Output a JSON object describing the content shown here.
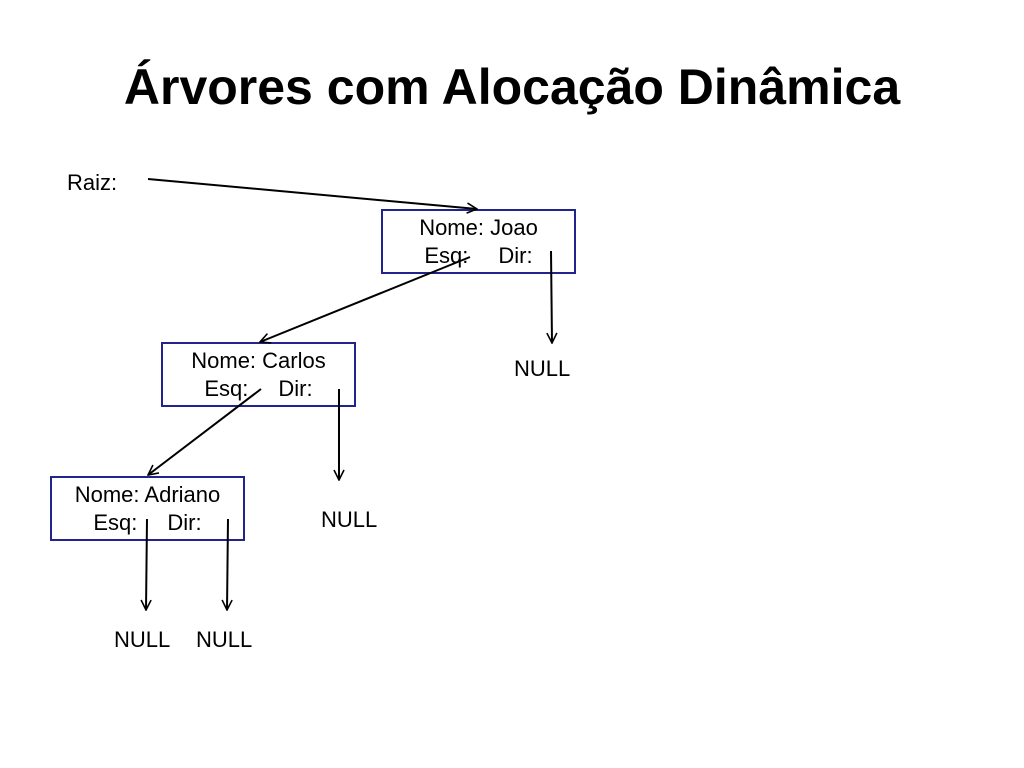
{
  "title": "Árvores com Alocação Dinâmica",
  "root_label": "Raiz:",
  "colors": {
    "node_border": "#23238e",
    "arrow": "#000000"
  },
  "nodes": [
    {
      "name_label": "Nome: Joao",
      "left_label": "Esq:",
      "right_label": "Dir:"
    },
    {
      "name_label": "Nome: Carlos",
      "left_label": "Esq:",
      "right_label": "Dir:"
    },
    {
      "name_label": "Nome: Adriano",
      "left_label": "Esq:",
      "right_label": "Dir:"
    }
  ],
  "null_labels": [
    "NULL",
    "NULL",
    "NULL",
    "NULL"
  ]
}
